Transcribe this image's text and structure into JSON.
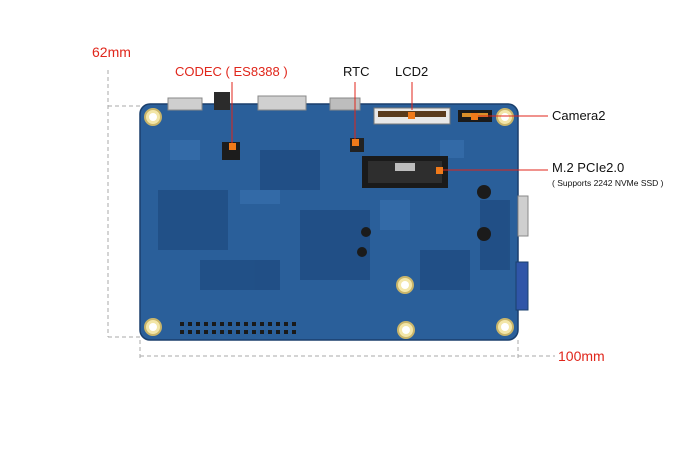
{
  "dimensions": {
    "height_label": "62mm",
    "width_label": "100mm"
  },
  "callouts": {
    "codec": "CODEC ( ES8388 )",
    "rtc": "RTC",
    "lcd2": "LCD2",
    "camera2": "Camera2",
    "m2_title": "M.2 PCIe2.0",
    "m2_note": "( Supports 2242 NVMe SSD )"
  },
  "colors": {
    "board": "#2a5f9a",
    "board_dark": "#1f4c82",
    "mount_hole": "#f3e6a8",
    "marker": "#f07a1a",
    "accent_red": "#e0261b",
    "dashed_line": "#a8a8a8"
  }
}
